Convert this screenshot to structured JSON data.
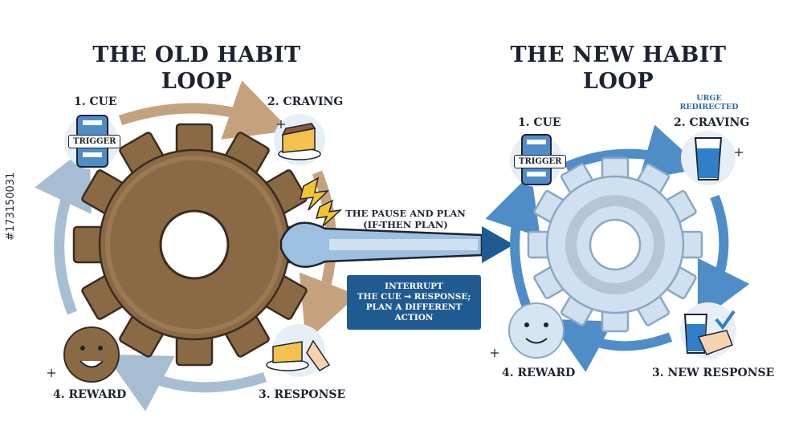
{
  "old_loop": {
    "title_line1": "THE OLD HABIT",
    "title_line2": "LOOP",
    "cue": "1. CUE",
    "craving": "2. CRAVING",
    "response": "3. RESPONSE",
    "reward": "4. REWARD",
    "trigger": "TRIGGER"
  },
  "new_loop": {
    "title_line1": "THE NEW HABIT",
    "title_line2": "LOOP",
    "cue": "1. CUE",
    "craving": "2. CRAVING",
    "urge_line1": "URGE",
    "urge_line2": "REDIRECTED",
    "response": "3. NEW RESPONSE",
    "reward": "4. REWARD",
    "trigger": "TRIGGER"
  },
  "bridge": {
    "pause_line1": "THE PAUSE AND PLAN",
    "pause_line2": "(IF-THEN PLAN)",
    "interrupt_line1": "INTERRUPT",
    "interrupt_line2": "THE CUE ➞ RESPONSE;",
    "interrupt_line3": "PLAN A DIFFERENT ACTION"
  },
  "watermark_id": "#173150031",
  "colors": {
    "old_gear": "#8a6a45",
    "old_arrow": "#c4a27d",
    "new_gear": "#cfe0f1",
    "new_arrow": "#4f8dc9",
    "dark": "#1d2330",
    "box": "#1f5a92"
  }
}
